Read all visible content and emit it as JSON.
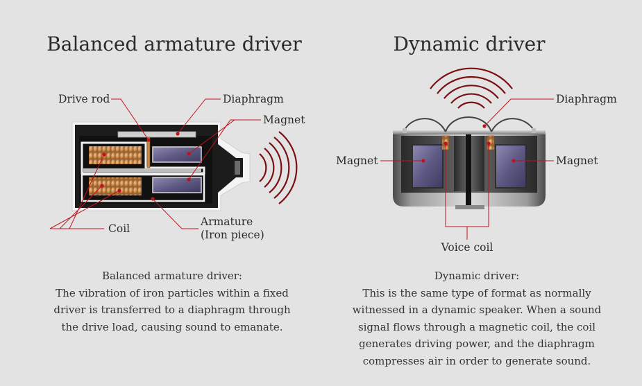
{
  "balanced_armature": {
    "title": "Balanced armature driver",
    "labels": {
      "drive_rod": "Drive rod",
      "diaphragm": "Diaphragm",
      "magnet": "Magnet",
      "coil": "Coil",
      "armature_line1": "Armature",
      "armature_line2": "(Iron piece)"
    },
    "description": {
      "heading": "Balanced armature driver:",
      "lines": [
        "The vibration of iron particles within a fixed",
        "driver is transferred to a diaphragm through",
        "the drive load, causing sound to emanate."
      ]
    }
  },
  "dynamic": {
    "title": "Dynamic driver",
    "labels": {
      "diaphragm": "Diaphragm",
      "magnet_left": "Magnet",
      "magnet_right": "Magnet",
      "voice_coil": "Voice coil"
    },
    "description": {
      "heading": "Dynamic driver:",
      "lines": [
        "This is the same type of format as normally",
        "witnessed in a dynamic speaker. When a sound",
        "signal flows through a magnetic coil, the coil",
        "generates driving power, and the diaphragm",
        "compresses air in order to generate sound."
      ]
    }
  },
  "colors": {
    "background": "#e3e3e3",
    "leader_line": "#c0121b",
    "sound_wave": "#7a0f14",
    "coil_copper": "#c9884a",
    "magnet_purple": "#5e5a84"
  }
}
